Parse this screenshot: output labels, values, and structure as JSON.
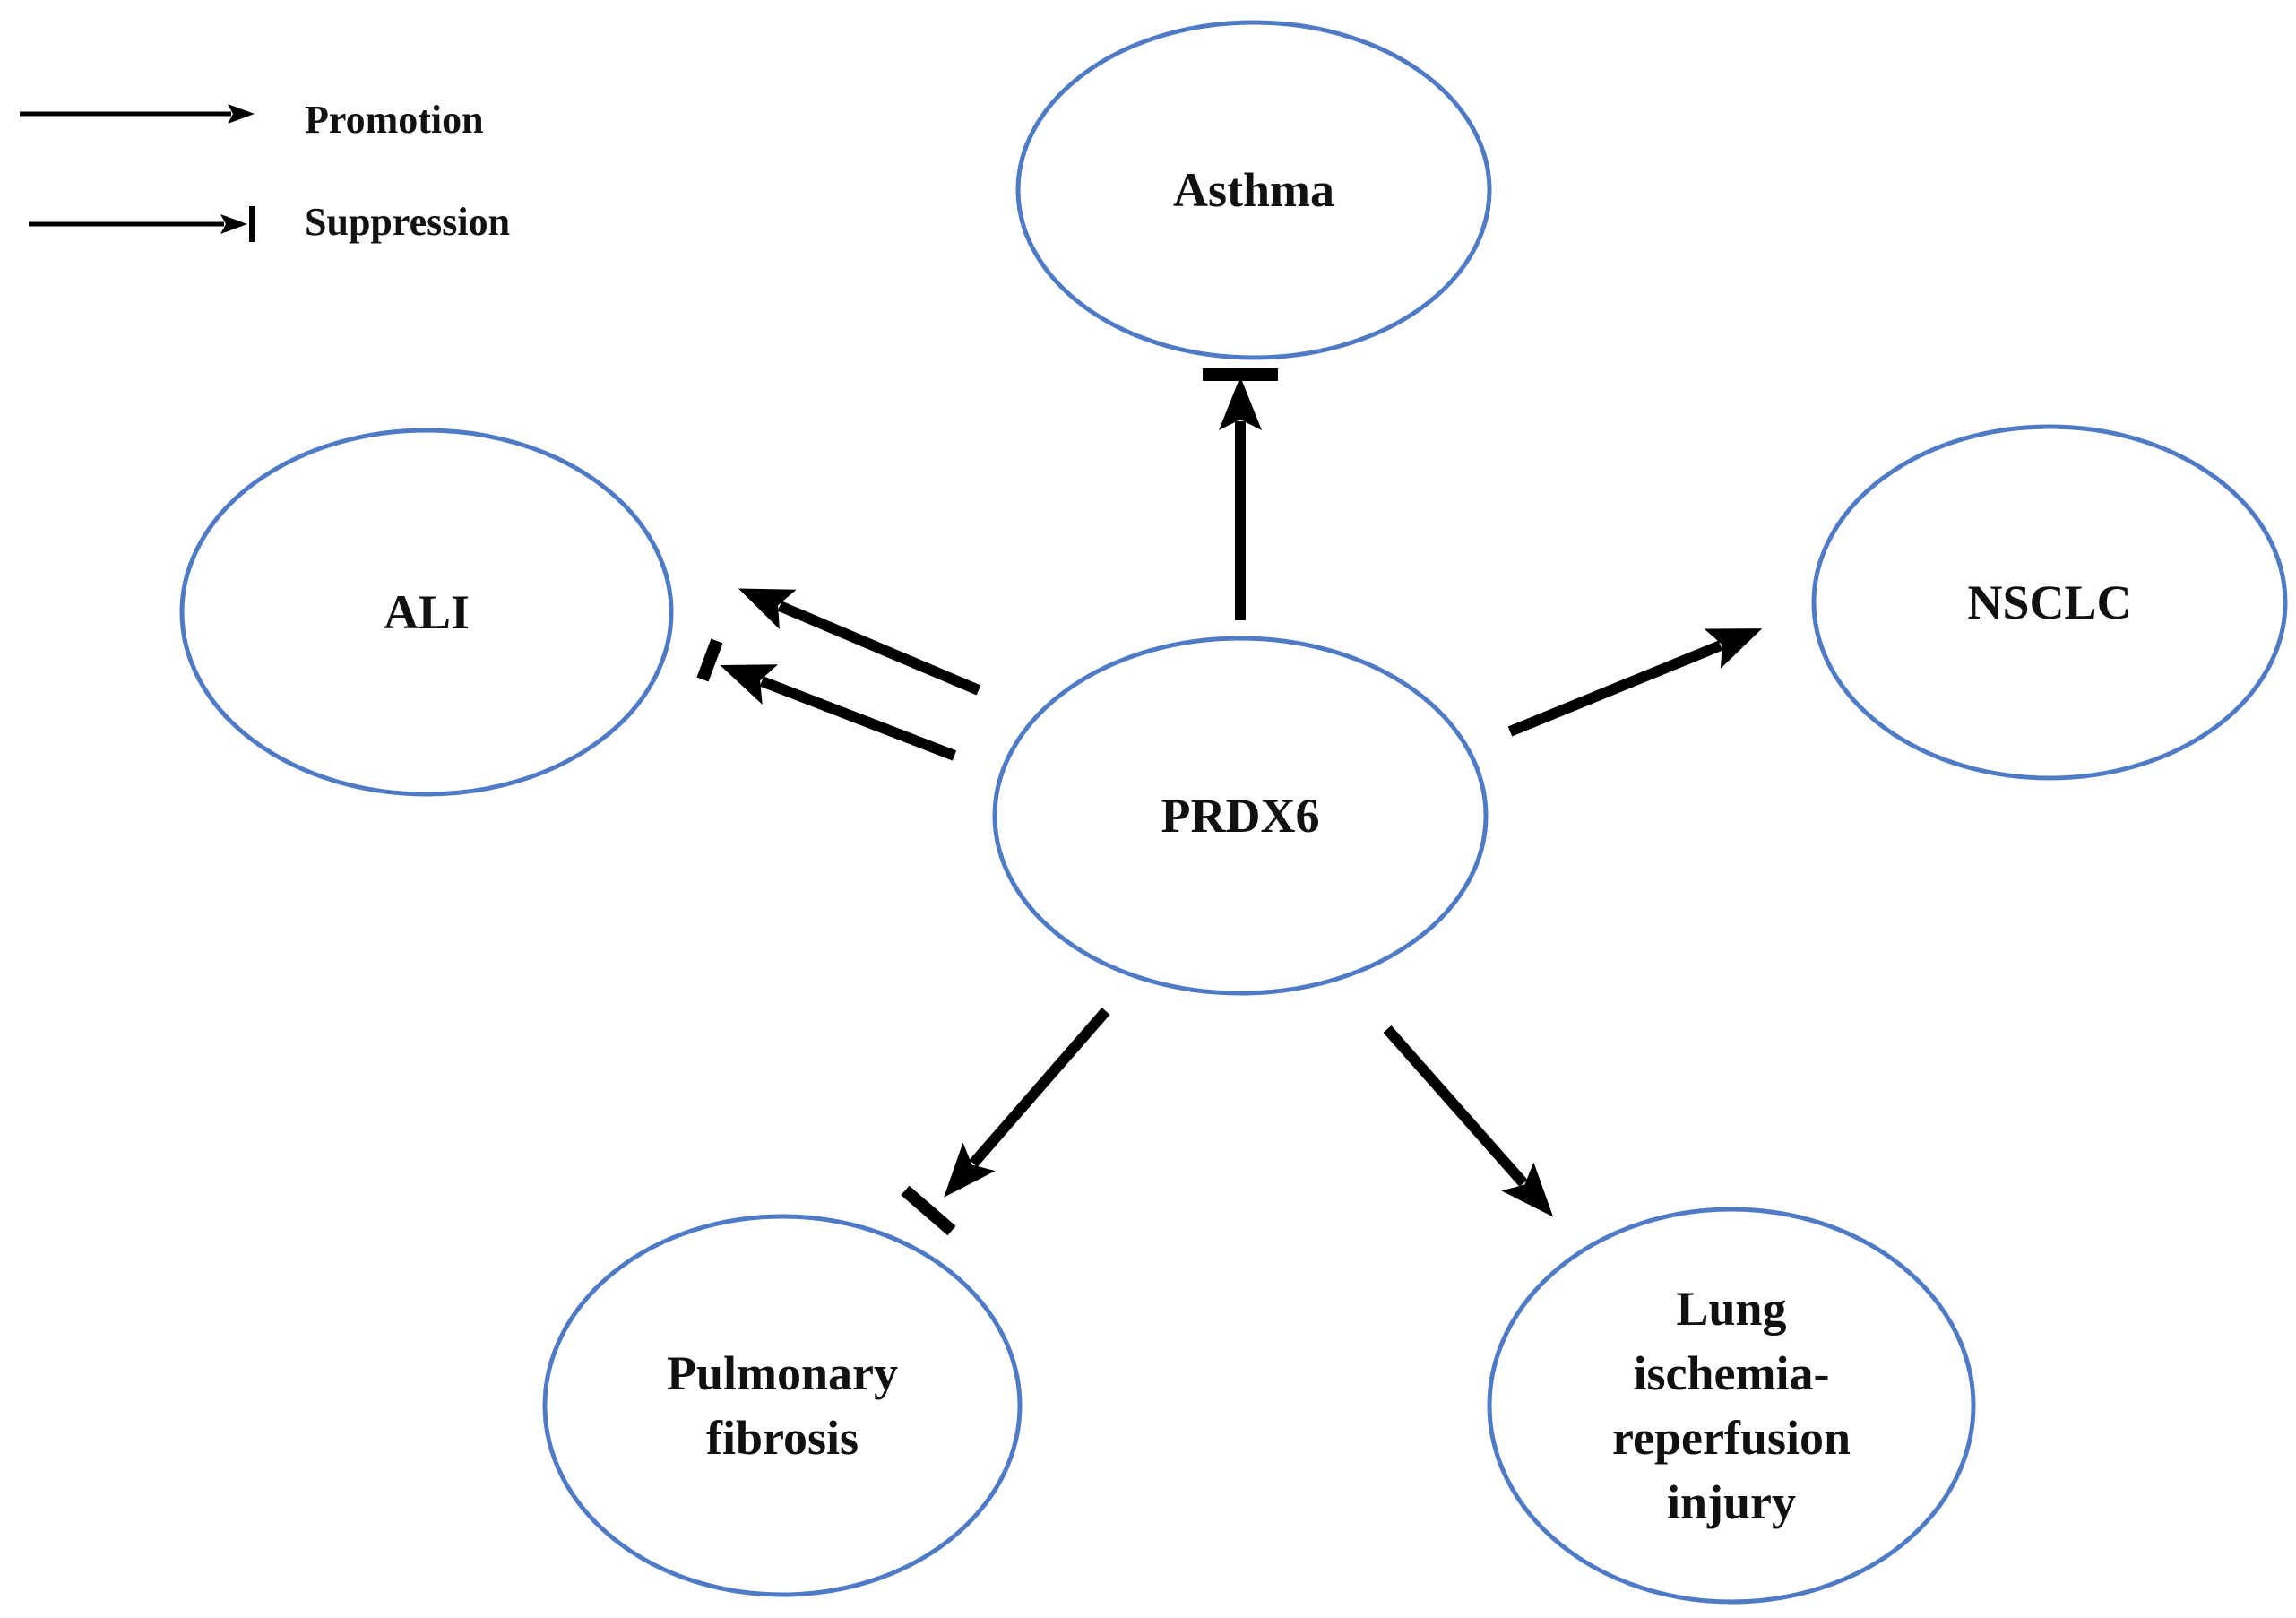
{
  "legend": {
    "promotion": "Promotion",
    "suppression": "Suppression"
  },
  "nodes": {
    "asthma": [
      "Asthma"
    ],
    "ali": [
      "ALI"
    ],
    "nsclc": [
      "NSCLC"
    ],
    "prdx6": [
      "PRDX6"
    ],
    "pulmonary_fibrosis": [
      "Pulmonary",
      "fibrosis"
    ],
    "lung_iri": [
      "Lung",
      "ischemia-",
      "reperfusion",
      "injury"
    ]
  },
  "edges": [
    {
      "from": "prdx6",
      "to": "asthma",
      "type": "suppression"
    },
    {
      "from": "prdx6",
      "to": "ali",
      "type": "promotion"
    },
    {
      "from": "prdx6",
      "to": "ali",
      "type": "suppression"
    },
    {
      "from": "prdx6",
      "to": "nsclc",
      "type": "promotion"
    },
    {
      "from": "prdx6",
      "to": "pulmonary_fibrosis",
      "type": "suppression"
    },
    {
      "from": "prdx6",
      "to": "lung_iri",
      "type": "promotion"
    }
  ],
  "colors": {
    "node_outline": "#4f7ac6",
    "arrow": "#000000",
    "text": "#111111",
    "background": "#ffffff"
  }
}
